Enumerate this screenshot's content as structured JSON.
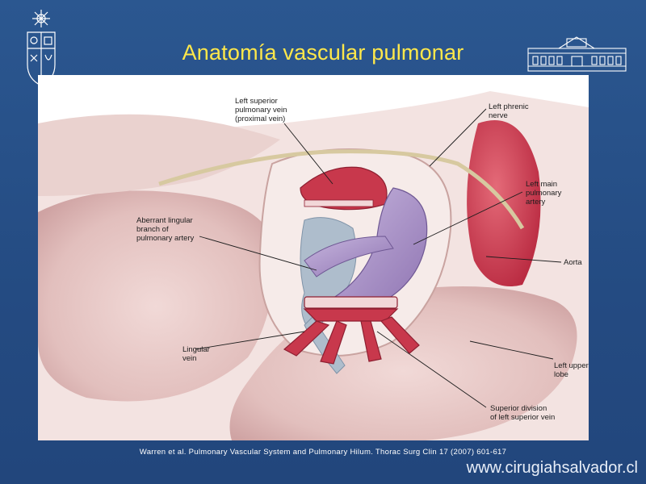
{
  "slide": {
    "title": "Anatomía vascular pulmonar",
    "citation": "Warren et al. Pulmonary Vascular System and Pulmonary Hilum. Thorac Surg Clin 17 (2007) 601-617",
    "website": "www.cirugiahsalvador.cl"
  },
  "figure": {
    "labels": {
      "left_superior_pulmonary_vein": "Left superior\npulmonary vein\n(proximal vein)",
      "left_phrenic_nerve": "Left phrenic\nnerve",
      "left_main_pulmonary_artery": "Left main\npulmonary\nartery",
      "aberrant_lingular_branch": "Aberrant lingular\nbranch of\npulmonary artery",
      "aorta": "Aorta",
      "lingular_vein": "Lingular\nvein",
      "left_upper_lobe": "Left upper\nlobe",
      "superior_division": "Superior division\nof left superior vein"
    }
  },
  "colors": {
    "background": "#274f86",
    "title": "#ffe84a",
    "vein_red": "#c8384c",
    "artery_purple": "#a58fc4",
    "lung_pink": "#e9c9c7",
    "bronchus_gray": "#aebdcc"
  },
  "icons": {
    "left_logo": "university-crest-icon",
    "right_logo": "hospital-building-icon"
  }
}
